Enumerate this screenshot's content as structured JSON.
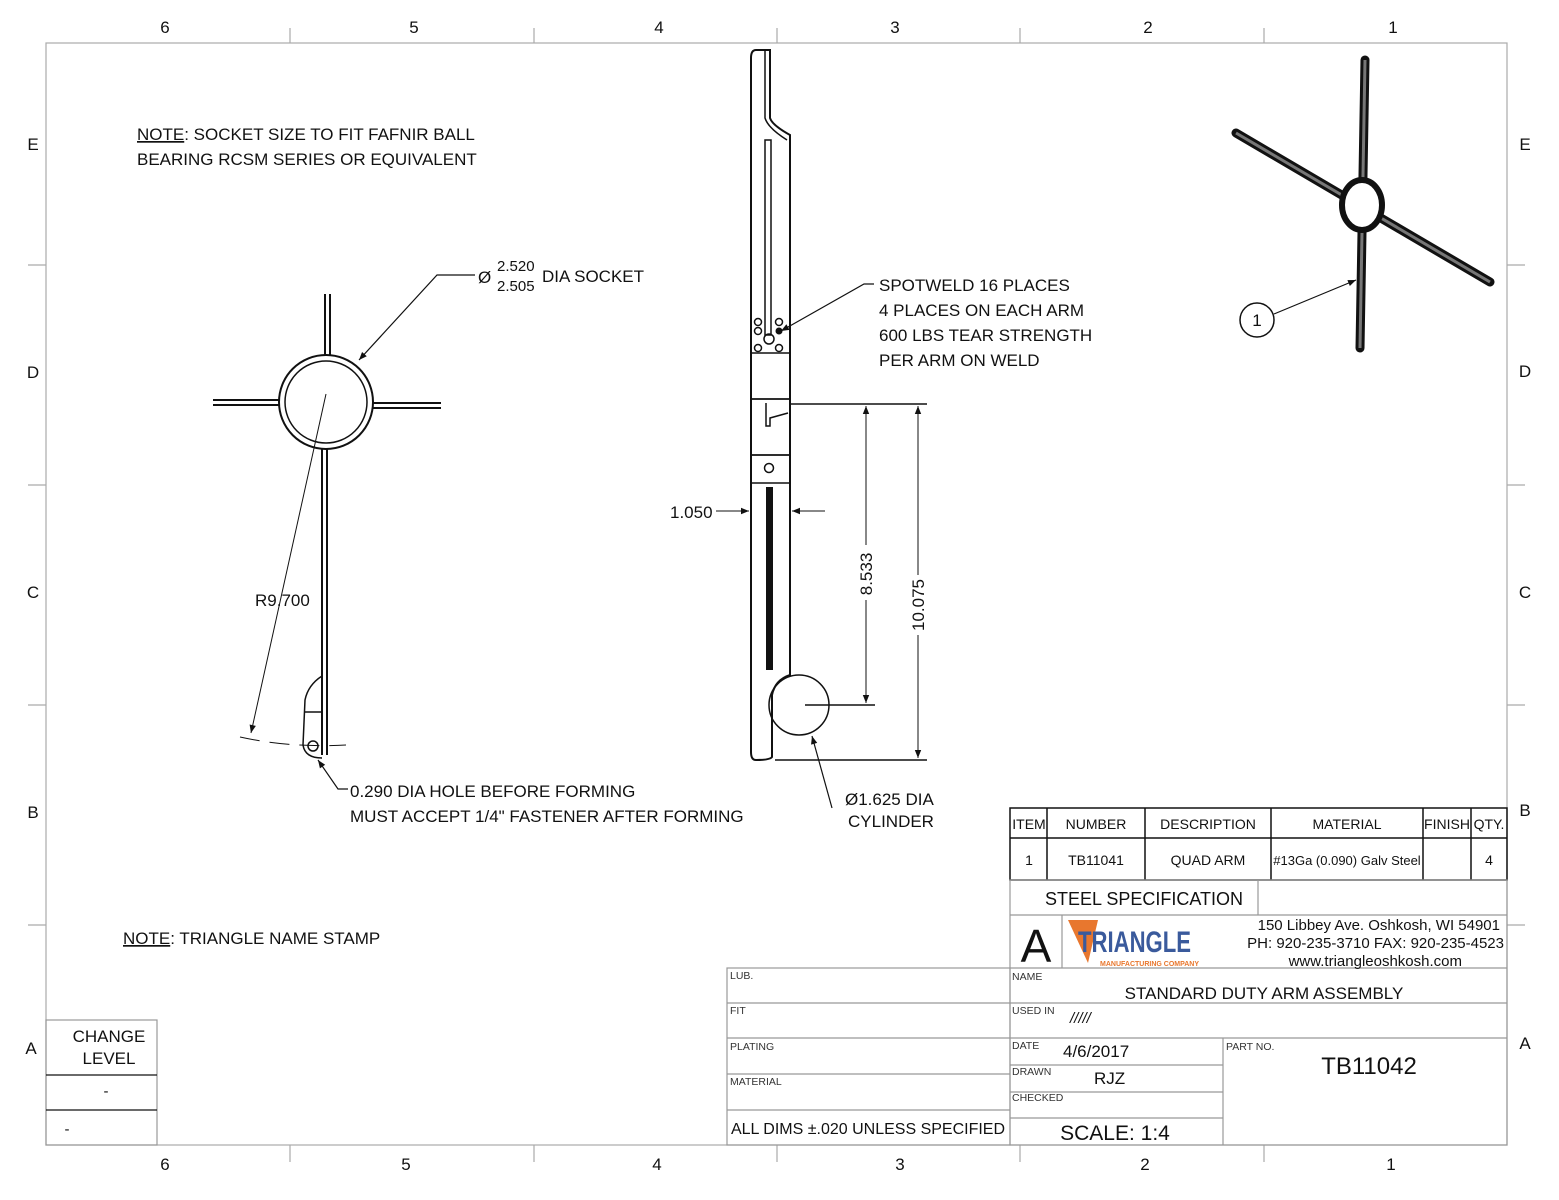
{
  "zones": {
    "top": [
      "6",
      "5",
      "4",
      "3",
      "2",
      "1"
    ],
    "bottom": [
      "6",
      "5",
      "4",
      "3",
      "2",
      "1"
    ],
    "left": [
      "E",
      "D",
      "C",
      "B",
      "A"
    ],
    "right": [
      "E",
      "D",
      "C",
      "B",
      "A"
    ]
  },
  "notes": {
    "socket_note_label": "NOTE",
    "socket_note_line1": ":  SOCKET SIZE TO FIT FAFNIR BALL",
    "socket_note_line2": "BEARING RCSM SERIES OR EQUIVALENT",
    "stamp_note_label": "NOTE",
    "stamp_note_text": ":  TRIANGLE NAME STAMP"
  },
  "dimensions": {
    "socket_symbol": "Ø",
    "socket_upper": "2.520",
    "socket_lower": "2.505",
    "socket_text": "DIA SOCKET",
    "radius": "R9.700",
    "hole_line1": "0.290 DIA HOLE BEFORE FORMING",
    "hole_line2": "MUST ACCEPT 1/4\" FASTENER AFTER FORMING",
    "spotweld_line1": "SPOTWELD 16 PLACES",
    "spotweld_line2": "4 PLACES ON EACH ARM",
    "spotweld_line3": "600 LBS TEAR STRENGTH",
    "spotweld_line4": "PER ARM ON WELD",
    "width": "1.050",
    "height_inner": "8.533",
    "height_outer": "10.075",
    "cylinder_line1": "Ø1.625 DIA",
    "cylinder_line2": "CYLINDER",
    "balloon": "1"
  },
  "bom": {
    "headers": [
      "ITEM",
      "NUMBER",
      "DESCRIPTION",
      "MATERIAL",
      "FINISH",
      "QTY."
    ],
    "rows": [
      [
        "1",
        "TB11041",
        "QUAD ARM",
        "#13Ga (0.090) Galv Steel",
        "",
        "4"
      ]
    ]
  },
  "title_block": {
    "steel_spec": "STEEL SPECIFICATION",
    "revision_letter": "A",
    "logo_text": "TRIANGLE",
    "logo_sub": "MANUFACTURING COMPANY",
    "address": "150 Libbey Ave. Oshkosh, WI  54901",
    "phone": "PH:  920-235-3710 FAX:  920-235-4523",
    "website": "www.triangleoshkosh.com",
    "name_label": "NAME",
    "name": "STANDARD DUTY ARM ASSEMBLY",
    "used_in_label": "USED IN",
    "used_in": "/////",
    "date_label": "DATE",
    "date": "4/6/2017",
    "drawn_label": "DRAWN",
    "drawn": "RJZ",
    "checked_label": "CHECKED",
    "checked": "",
    "scale": "SCALE: 1:4",
    "part_no_label": "PART NO.",
    "part_no": "TB11042",
    "lub_label": "LUB.",
    "fit_label": "FIT",
    "plating_label": "PLATING",
    "material_label": "MATERIAL",
    "tolerance": "ALL DIMS ±.020 UNLESS SPECIFIED",
    "logo_colors": {
      "orange": "#e8772e",
      "blue": "#3a5a9c"
    }
  },
  "change_level": {
    "header_line1": "CHANGE",
    "header_line2": "LEVEL",
    "rows": [
      "-",
      "-"
    ]
  }
}
